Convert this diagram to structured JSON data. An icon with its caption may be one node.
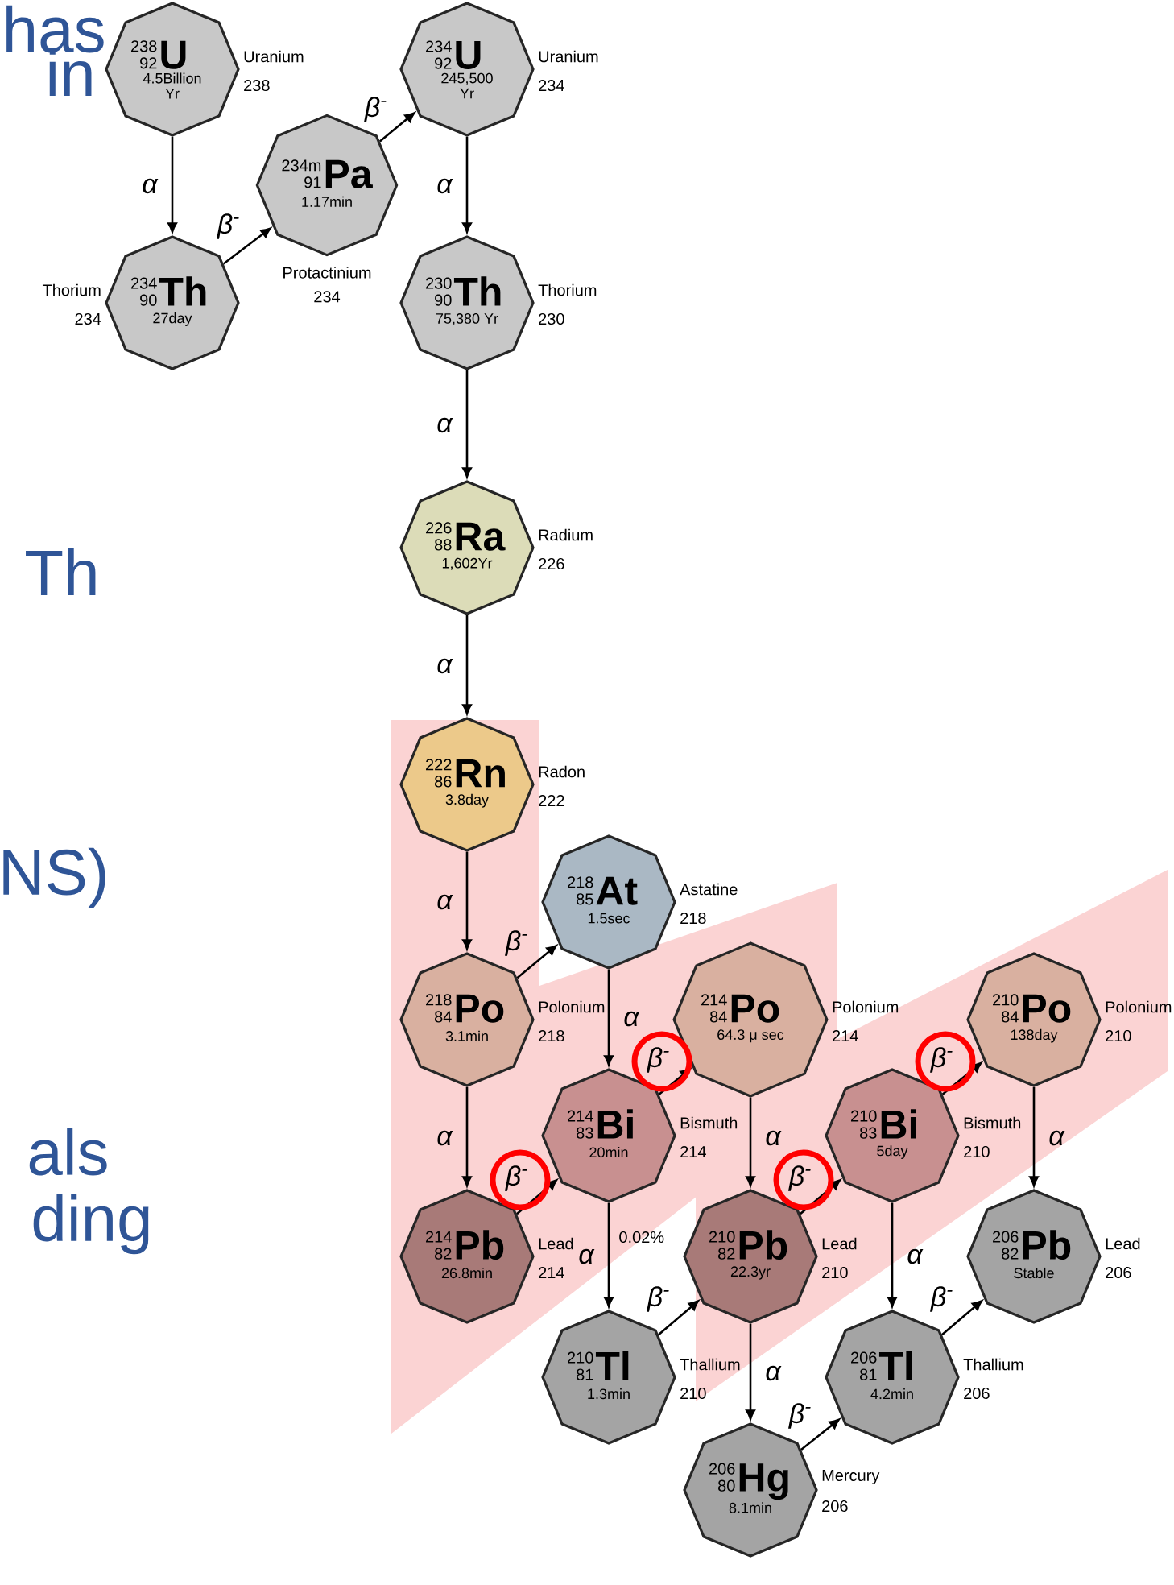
{
  "diagram": {
    "nodes": [
      {
        "text": [
          "238",
          "92",
          "U",
          "4.5Billion Yr"
        ],
        "beside": [
          "Uranium",
          "238"
        ]
      },
      {
        "text": [
          "234",
          "90",
          "Th",
          "27day"
        ],
        "beside": [
          "Thorium",
          "234"
        ]
      },
      {
        "text": [
          "234m",
          "91",
          "Pa",
          "1.17min"
        ],
        "beside": [
          "Protactinium",
          "234"
        ]
      },
      {
        "text": [
          "234",
          "92",
          "U",
          "245,500 Yr"
        ],
        "beside": [
          "Uranium",
          "234"
        ]
      },
      {
        "text": [
          "230",
          "90",
          "Th",
          "75,380 Yr"
        ],
        "beside": [
          "Thorium",
          "230"
        ]
      },
      {
        "text": [
          "226",
          "88",
          "Ra",
          "1,602Yr"
        ],
        "beside": [
          "Radium",
          "226"
        ]
      },
      {
        "text": [
          "222",
          "86",
          "Rn",
          "3.8day"
        ],
        "beside": [
          "Radon",
          "222"
        ]
      },
      {
        "text": [
          "218",
          "85",
          "At",
          "1.5sec"
        ],
        "beside": [
          "Astatine",
          "218"
        ]
      },
      {
        "text": [
          "218",
          "84",
          "Po",
          "3.1min"
        ],
        "beside": [
          "Polonium",
          "218"
        ]
      },
      {
        "text": [
          "214",
          "84",
          "Po",
          "64.3 μ sec"
        ],
        "beside": [
          "Polonium",
          "214"
        ]
      },
      {
        "text": [
          "214",
          "83",
          "Bi",
          "20min"
        ],
        "beside": [
          "Bismuth",
          "214"
        ]
      },
      {
        "text": [
          "214",
          "82",
          "Pb",
          "26.8min"
        ],
        "beside": [
          "Lead",
          "214"
        ]
      },
      {
        "text": [
          "210",
          "82",
          "Pb",
          "22.3yr"
        ],
        "beside": [
          "Lead",
          "210"
        ]
      },
      {
        "text": [
          "210",
          "84",
          "Po",
          "138day"
        ],
        "beside": [
          "Polonium",
          "210"
        ]
      },
      {
        "text": [
          "210",
          "83",
          "Bi",
          "5day"
        ],
        "beside": [
          "Bismuth",
          "210"
        ]
      },
      {
        "text": [
          "210",
          "81",
          "Tl",
          "1.3min"
        ],
        "beside": [
          "Thallium",
          "210"
        ]
      },
      {
        "text": [
          "206",
          "82",
          "Pb",
          "Stable"
        ],
        "beside": [
          "Lead",
          "206"
        ]
      },
      {
        "text": [
          "206",
          "81",
          "Tl",
          "4.2min"
        ],
        "beside": [
          "Thallium",
          "206"
        ]
      },
      {
        "text": [
          "206",
          "80",
          "Hg",
          "8.1min"
        ],
        "beside": [
          "Mercury",
          "206"
        ]
      }
    ],
    "edges": [
      {
        "from": 0,
        "to": 1,
        "arrow": "to",
        "label": "α"
      },
      {
        "from": 1,
        "to": 2,
        "arrow": "to",
        "label": "β$^{-}$"
      },
      {
        "from": 2,
        "to": 3,
        "arrow": "to",
        "label": "β$^{-}$"
      },
      {
        "from": 3,
        "to": 4,
        "arrow": "to",
        "label": "α"
      },
      {
        "from": 4,
        "to": 5,
        "arrow": "to",
        "label": "α"
      },
      {
        "from": 5,
        "to": 6,
        "arrow": "to",
        "label": "α"
      },
      {
        "from": 6,
        "to": 8,
        "arrow": "to",
        "label": "α"
      },
      {
        "from": 8,
        "to": 7,
        "arrow": "to",
        "label": "β$^{-}$"
      },
      {
        "from": 8,
        "to": 11,
        "arrow": "to",
        "label": "α"
      },
      {
        "from": 7,
        "to": 10,
        "arrow": "to",
        "label": "α"
      },
      {
        "from": 11,
        "to": 10,
        "arrow": "to",
        "label": "β$^{-}$"
      },
      {
        "from": 10,
        "to": 9,
        "arrow": "to",
        "label": "β$^{-}$"
      },
      {
        "from": 10,
        "to": 15,
        "arrow": "to",
        "label": "α"
      },
      {
        "from": 9,
        "to": 12,
        "arrow": "to",
        "label": "α"
      },
      {
        "from": 15,
        "to": 12,
        "arrow": "to",
        "label": "β$^{-}$"
      },
      {
        "from": 12,
        "to": 14,
        "arrow": "to",
        "label": "β$^{-}$"
      },
      {
        "from": 12,
        "to": 18,
        "arrow": "to",
        "label": "α"
      },
      {
        "from": 14,
        "to": 13,
        "arrow": "to",
        "label": "β$^{-}$"
      },
      {
        "from": 14,
        "to": 17,
        "arrow": "to",
        "label": "α"
      },
      {
        "from": 18,
        "to": 17,
        "arrow": "to",
        "label": "β$^{-}$"
      },
      {
        "from": 13,
        "to": 16,
        "arrow": "to",
        "label": "α"
      },
      {
        "from": 17,
        "to": 16,
        "arrow": "to",
        "label": "β$^{-}$"
      }
    ],
    "labels": [
      "has",
      "in",
      "Th",
      "NS)",
      "als",
      "ding",
      "0.02%"
    ]
  }
}
